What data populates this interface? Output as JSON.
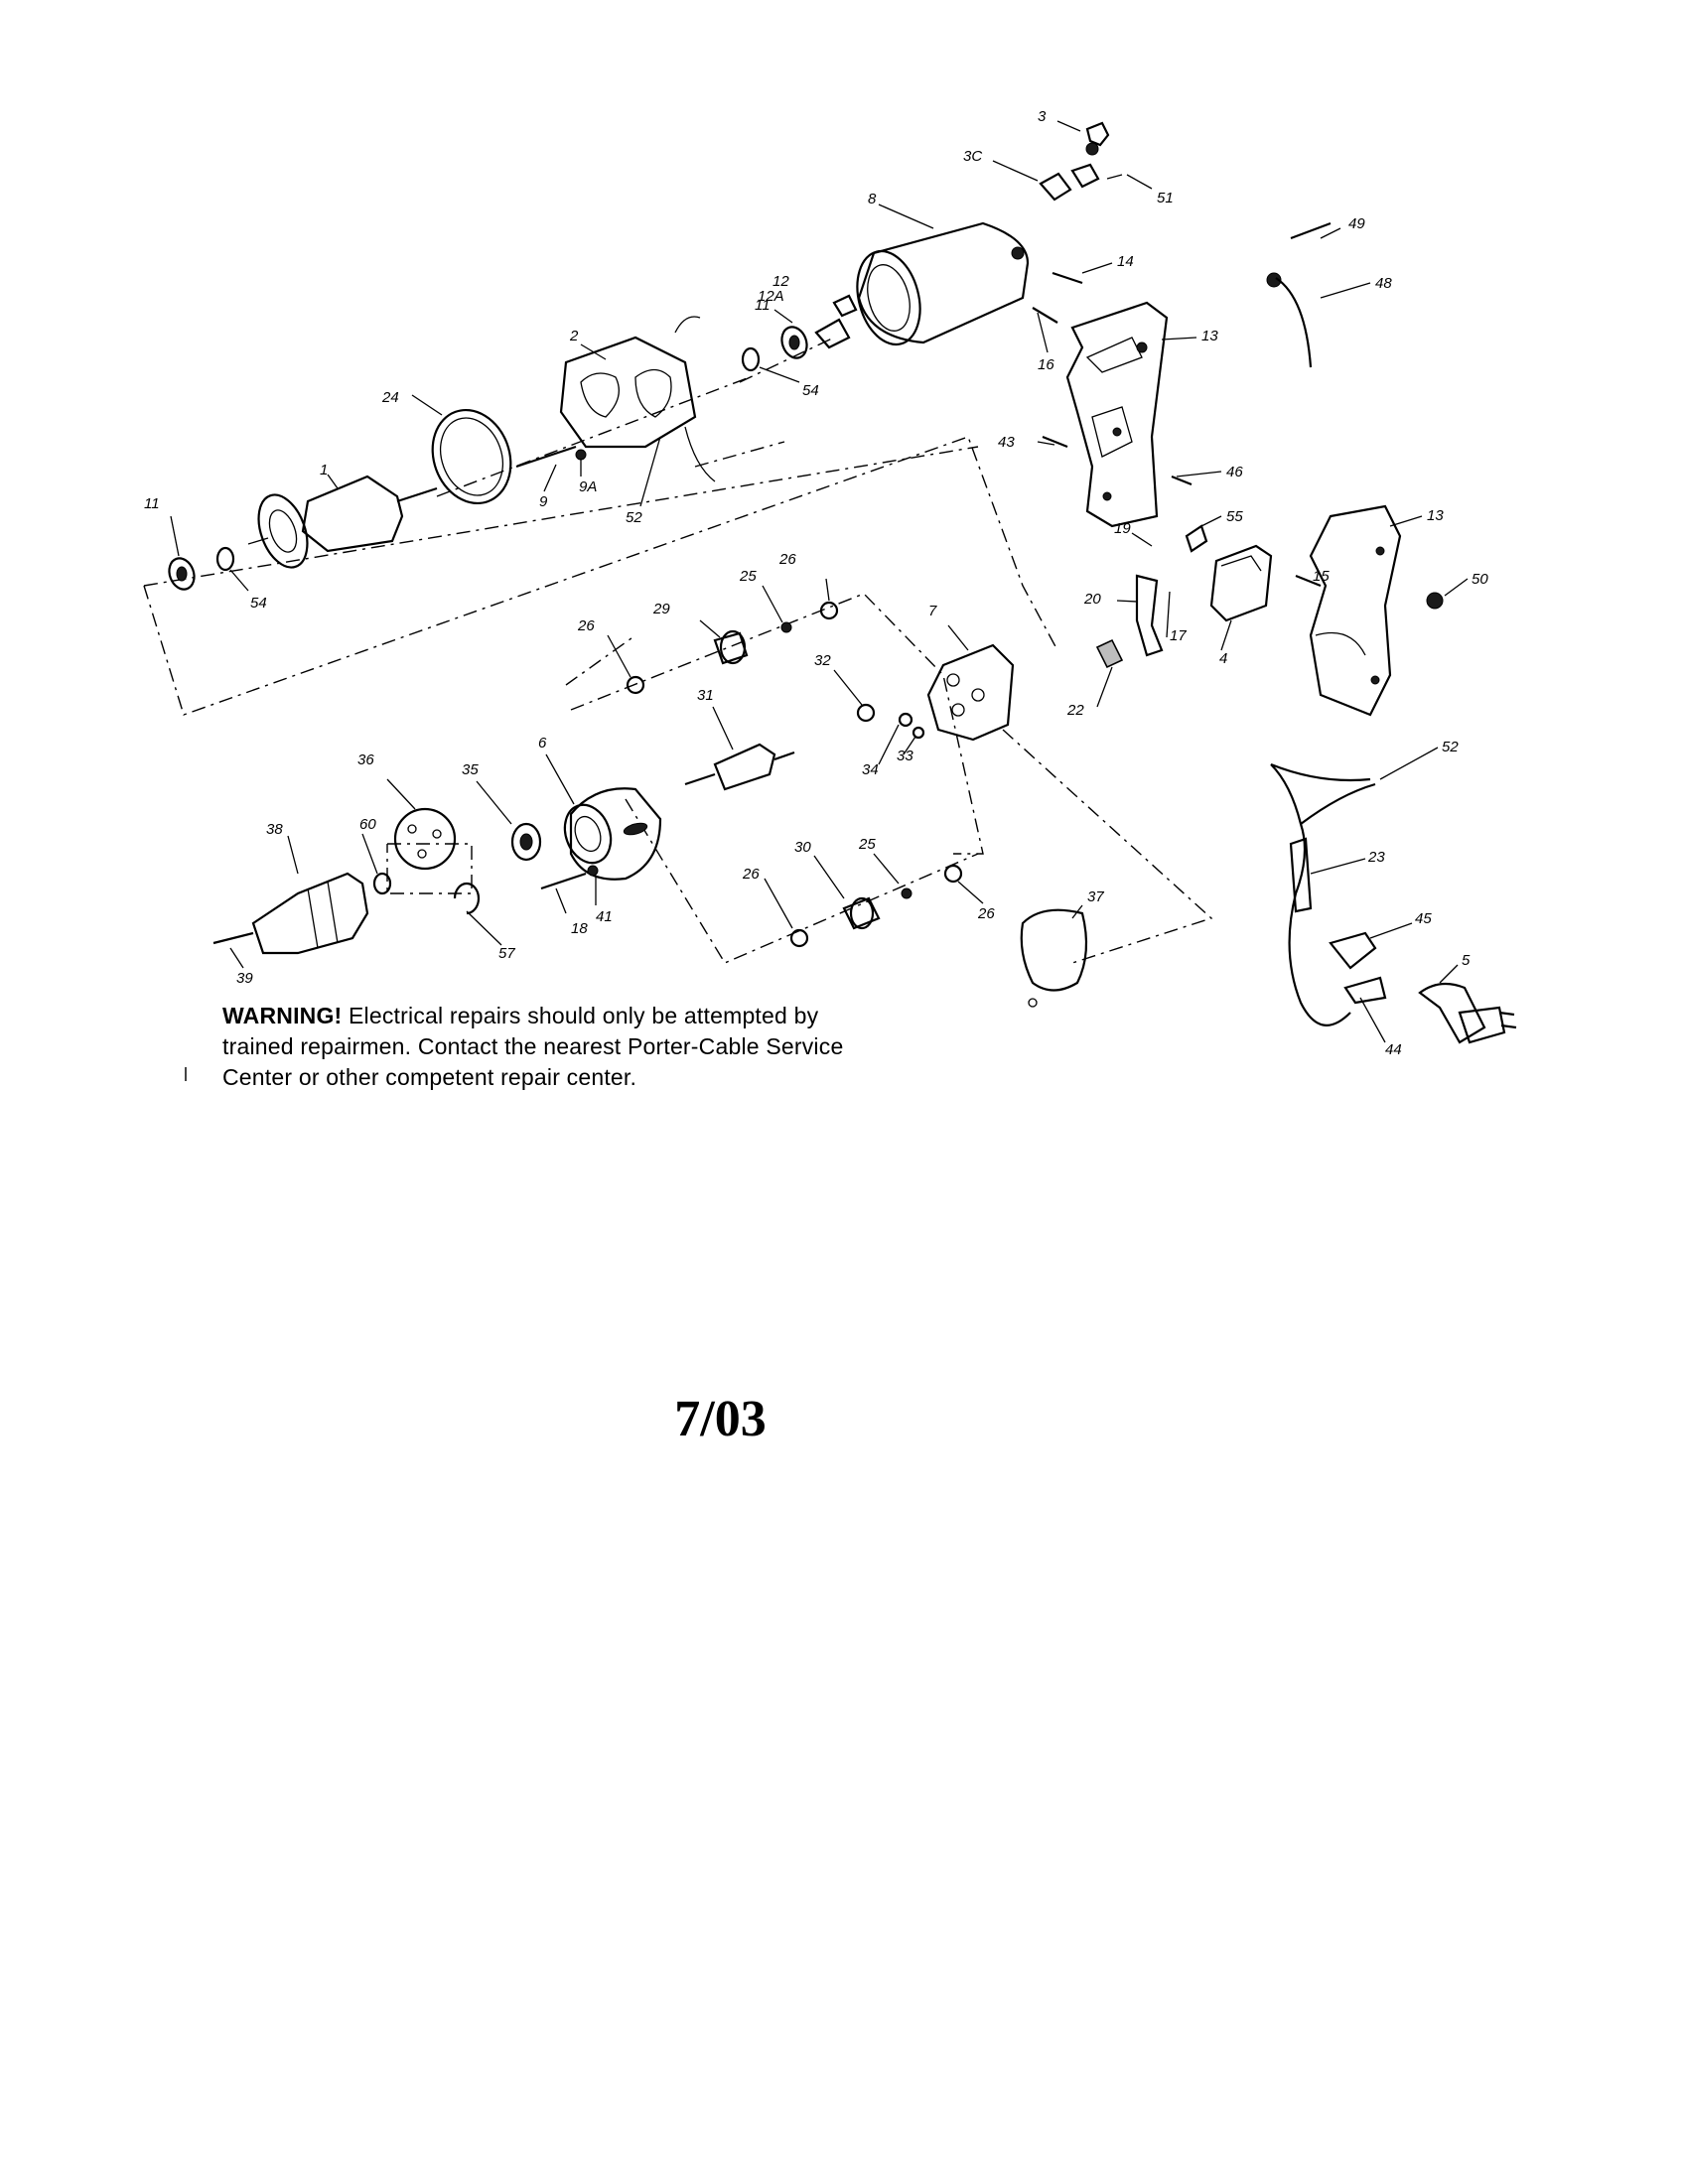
{
  "labels": [
    "3",
    "3C",
    "51",
    "8",
    "49",
    "48",
    "14",
    "13",
    "16",
    "12",
    "12A",
    "11",
    "54",
    "2",
    "24",
    "43",
    "46",
    "19",
    "55",
    "13",
    "50",
    "15",
    "17",
    "4",
    "20",
    "22",
    "1",
    "9",
    "9A",
    "52",
    "11",
    "54",
    "25",
    "26",
    "29",
    "26",
    "7",
    "32",
    "31",
    "34",
    "33",
    "36",
    "35",
    "6",
    "60",
    "38",
    "41",
    "18",
    "57",
    "39",
    "30",
    "25",
    "26",
    "26",
    "37",
    "52",
    "23",
    "45",
    "5",
    "44"
  ],
  "warning": {
    "prefix": "WARNING!",
    "body": " Electrical repairs should only be attempted by trained repairmen. Contact the nearest Porter-Cable Service Center or other competent repair center."
  },
  "date": "7/03"
}
